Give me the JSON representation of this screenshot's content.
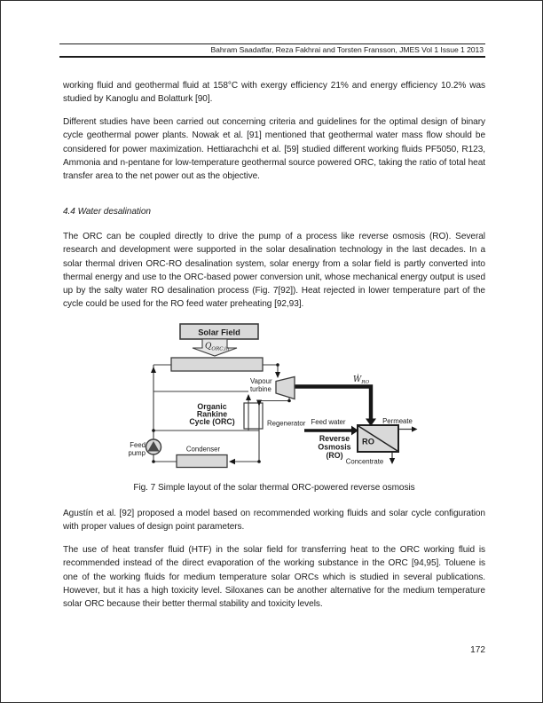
{
  "page": {
    "header_text": "Bahram Saadatfar, Reza Fakhrai and Torsten Fransson, JMES Vol 1 Issue 1 2013",
    "page_number": "172"
  },
  "content": {
    "p1": "working fluid and geothermal fluid at 158°C with exergy efficiency 21% and energy efficiency 10.2% was studied by Kanoglu and Bolatturk [90].",
    "p2": "Different studies have been carried out concerning criteria and guidelines for the optimal design of binary cycle geothermal power plants. Nowak et al. [91] mentioned that geothermal water mass flow should be considered for power maximization. Hettiarachchi et al. [59] studied different working fluids PF5050, R123, Ammonia and n-pentane for low-temperature geothermal source powered ORC, taking the ratio of total heat transfer area to the net power out as the objective.",
    "section_heading": "4.4 Water desalination",
    "p3": "The ORC can be coupled directly to drive the pump of a process like reverse osmosis (RO). Several research and development were supported in the solar desalination technology in the last decades. In a solar thermal driven ORC-RO desalination system, solar energy from a solar field is partly converted into thermal energy and use to the ORC-based power conversion unit, whose mechanical energy output is used up by the salty water RO desalination process (Fig. 7[92]). Heat rejected in lower temperature part of the cycle could be used for the RO feed water preheating [92,93].",
    "figure_caption": "Fig. 7 Simple layout of the solar thermal ORC-powered reverse osmosis",
    "p4": "Agustín et al. [92] proposed a model based on recommended working fluids and solar cycle configuration with proper values of design point parameters.",
    "p5": "The use of heat transfer fluid (HTF) in the solar field for transferring heat to the ORC working fluid is recommended instead of the direct evaporation of the working substance in the ORC [94,95]. Toluene is one of the working fluids for medium temperature solar ORCs which is studied in several publications. However, but it has a high toxicity level. Siloxanes can be another alternative for the medium temperature solar ORC because their better thermal stability and toxicity levels."
  },
  "figure": {
    "labels": {
      "solar_field": "Solar Field",
      "q_symbol": "Q",
      "q_sub": "ORC,in",
      "vapour_line1": "Vapour",
      "vapour_line2": "turbine",
      "w_symbol": "Ẇ",
      "w_sub": "RO",
      "orc_line1": "Organic",
      "orc_line2": "Rankine",
      "orc_line3": "Cycle (ORC)",
      "regenerator": "Regenerator",
      "feed_line1": "Feed",
      "feed_line2": "pump",
      "condenser": "Condenser",
      "feed_water": "Feed water",
      "ro_line1": "Reverse",
      "ro_line2": "Osmosis",
      "ro_line3": "(RO)",
      "ro_box": "RO",
      "permeate": "Permeate",
      "concentrate": "Concentrate"
    },
    "colors": {
      "box_fill": "#d9d9d9",
      "line": "#3c3c3c",
      "arrow": "#161616"
    }
  }
}
